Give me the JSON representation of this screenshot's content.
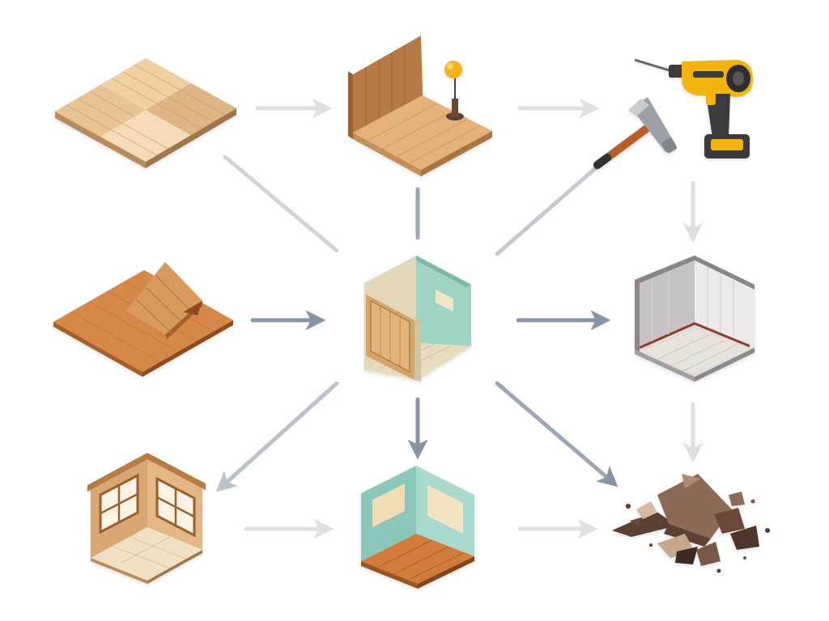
{
  "diagram": {
    "background": "#ffffff",
    "arrow_colors": {
      "light": "#dcdfe4",
      "medium": "#b9c1cc",
      "dark": "#8794a8"
    },
    "nodes": [
      {
        "id": "plank-floor-tiles",
        "icon": "wood-plank-floor-icon"
      },
      {
        "id": "wall-corner-with-lamp",
        "icon": "wall-corner-lamp-icon"
      },
      {
        "id": "power-tools",
        "icon": "drill-and-hammer-icon"
      },
      {
        "id": "floor-with-ramp",
        "icon": "floor-ramp-icon"
      },
      {
        "id": "room-module",
        "icon": "isometric-room-icon"
      },
      {
        "id": "gray-room",
        "icon": "gray-room-icon"
      },
      {
        "id": "window-room",
        "icon": "window-room-icon"
      },
      {
        "id": "teal-room",
        "icon": "teal-room-icon"
      },
      {
        "id": "rubble",
        "icon": "rubble-debris-icon"
      }
    ],
    "edges": [
      {
        "from": "plank-floor-tiles",
        "to": "wall-corner-with-lamp",
        "style": "light"
      },
      {
        "from": "wall-corner-with-lamp",
        "to": "power-tools",
        "style": "light"
      },
      {
        "from": "power-tools",
        "to": "gray-room",
        "style": "light"
      },
      {
        "from": "gray-room",
        "to": "rubble",
        "style": "light"
      },
      {
        "from": "plank-floor-tiles",
        "to": "room-module",
        "style": "medium"
      },
      {
        "from": "wall-corner-with-lamp",
        "to": "room-module",
        "style": "medium"
      },
      {
        "from": "power-tools",
        "to": "room-module",
        "style": "medium"
      },
      {
        "from": "floor-with-ramp",
        "to": "room-module",
        "style": "dark"
      },
      {
        "from": "room-module",
        "to": "gray-room",
        "style": "dark"
      },
      {
        "from": "room-module",
        "to": "window-room",
        "style": "medium"
      },
      {
        "from": "room-module",
        "to": "teal-room",
        "style": "dark"
      },
      {
        "from": "room-module",
        "to": "rubble",
        "style": "dark"
      },
      {
        "from": "window-room",
        "to": "teal-room",
        "style": "light"
      },
      {
        "from": "teal-room",
        "to": "rubble",
        "style": "light"
      }
    ]
  }
}
